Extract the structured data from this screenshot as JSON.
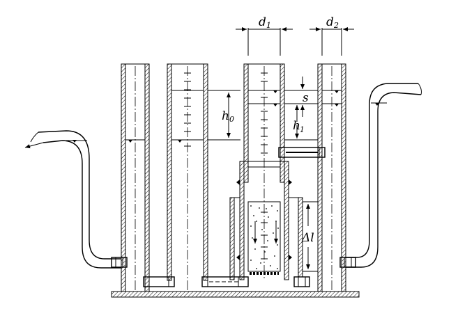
{
  "labels": {
    "d1": "d",
    "d1_sub": "1",
    "d2": "d",
    "d2_sub": "2",
    "h0": "h",
    "h0_sub": "0",
    "h1": "h",
    "h1_sub": "1",
    "s": "s",
    "delta_l": "Δl"
  }
}
